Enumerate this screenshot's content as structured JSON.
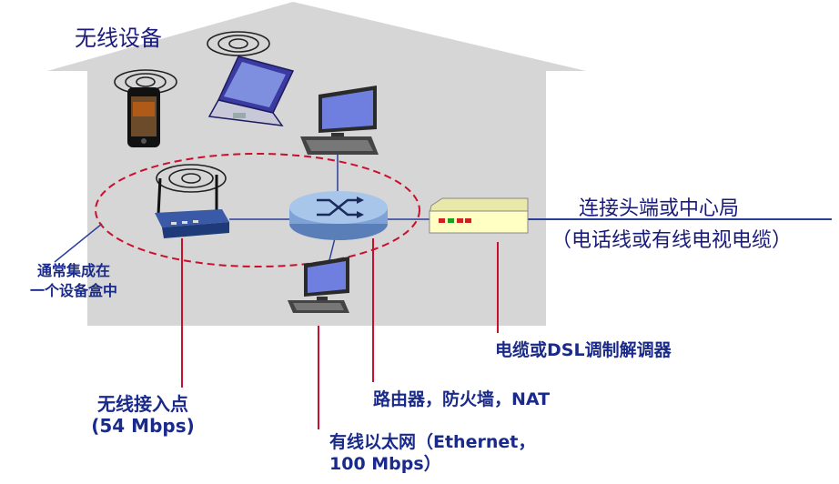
{
  "labels": {
    "house_title": "无线设备",
    "integrated_line1": "通常集成在",
    "integrated_line2": "一个设备盒中",
    "headend_line1": "连接头端或中心局",
    "headend_line2": "（电话线或有线电视电缆）",
    "modem": "电缆或DSL调制解调器",
    "router": "路由器，防火墙，NAT",
    "ap_line1": "无线接入点",
    "ap_line2": "(54 Mbps)",
    "ethernet_line1": "有线以太网（Ethernet，",
    "ethernet_line2": "100 Mbps）"
  },
  "icons": [
    "smartphone-icon",
    "laptop-icon",
    "desktop-computer-icon",
    "wireless-router-icon",
    "router-icon",
    "modem-icon",
    "wifi-signal-icon"
  ],
  "colors": {
    "house": "#d6d6d6",
    "pointer_red": "#c8102e",
    "link_blue": "#2a3f9a",
    "label_blue": "#1a2a8a",
    "router_body": "#a8c6ea",
    "modem_body": "#ffffc4"
  }
}
